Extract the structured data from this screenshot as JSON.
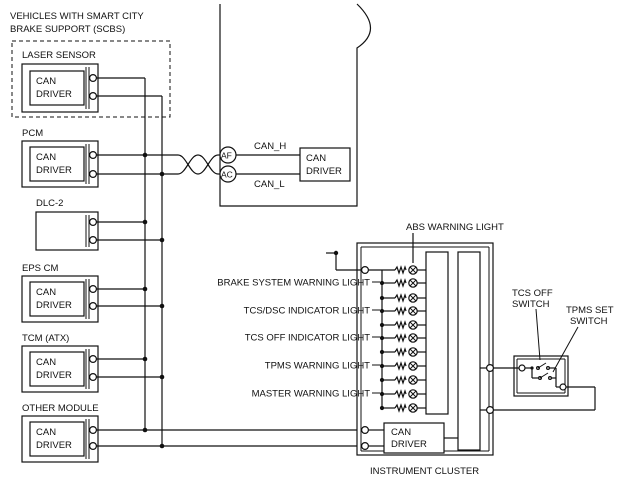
{
  "scbs": {
    "title_line1": "VEHICLES WITH SMART CITY",
    "title_line2": "BRAKE SUPPORT (SCBS)"
  },
  "modules": {
    "laser_sensor": {
      "label": "LASER SENSOR",
      "driver_line1": "CAN",
      "driver_line2": "DRIVER"
    },
    "pcm": {
      "label": "PCM",
      "driver_line1": "CAN",
      "driver_line2": "DRIVER"
    },
    "dlc2": {
      "label": "DLC-2"
    },
    "eps_cm": {
      "label": "EPS CM",
      "driver_line1": "CAN",
      "driver_line2": "DRIVER"
    },
    "tcm": {
      "label": "TCM (ATX)",
      "driver_line1": "CAN",
      "driver_line2": "DRIVER"
    },
    "other": {
      "label": "OTHER MODULE",
      "driver_line1": "CAN",
      "driver_line2": "DRIVER"
    }
  },
  "pcm_internal": {
    "terminal_af": "AF",
    "terminal_ac": "AC",
    "can_h": "CAN_H",
    "can_l": "CAN_L",
    "driver_line1": "CAN",
    "driver_line2": "DRIVER"
  },
  "cluster": {
    "title": "INSTRUMENT CLUSTER",
    "abs_label": "ABS WARNING LIGHT",
    "lights": [
      "BRAKE SYSTEM WARNING LIGHT",
      "TCS/DSC INDICATOR LIGHT",
      "TCS OFF INDICATOR LIGHT",
      "TPMS WARNING LIGHT",
      "MASTER WARNING LIGHT"
    ],
    "driver_line1": "CAN",
    "driver_line2": "DRIVER"
  },
  "switches": {
    "tcs_off_line1": "TCS OFF",
    "tcs_off_line2": "SWITCH",
    "tpms_set_line1": "TPMS SET",
    "tpms_set_line2": "SWITCH"
  }
}
